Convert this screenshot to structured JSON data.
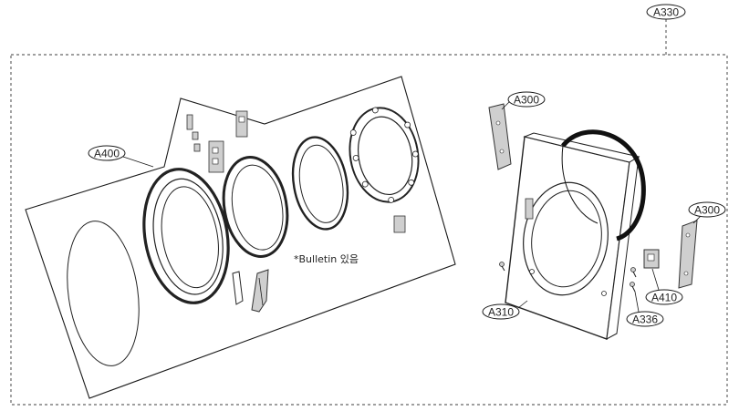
{
  "callouts": {
    "assembly": "A330",
    "door_group": "A400",
    "hinge_top": "A300",
    "hinge_right": "A300",
    "frame": "A310",
    "latch": "A410",
    "screw": "A336"
  },
  "note": "*Bulletin 있음"
}
